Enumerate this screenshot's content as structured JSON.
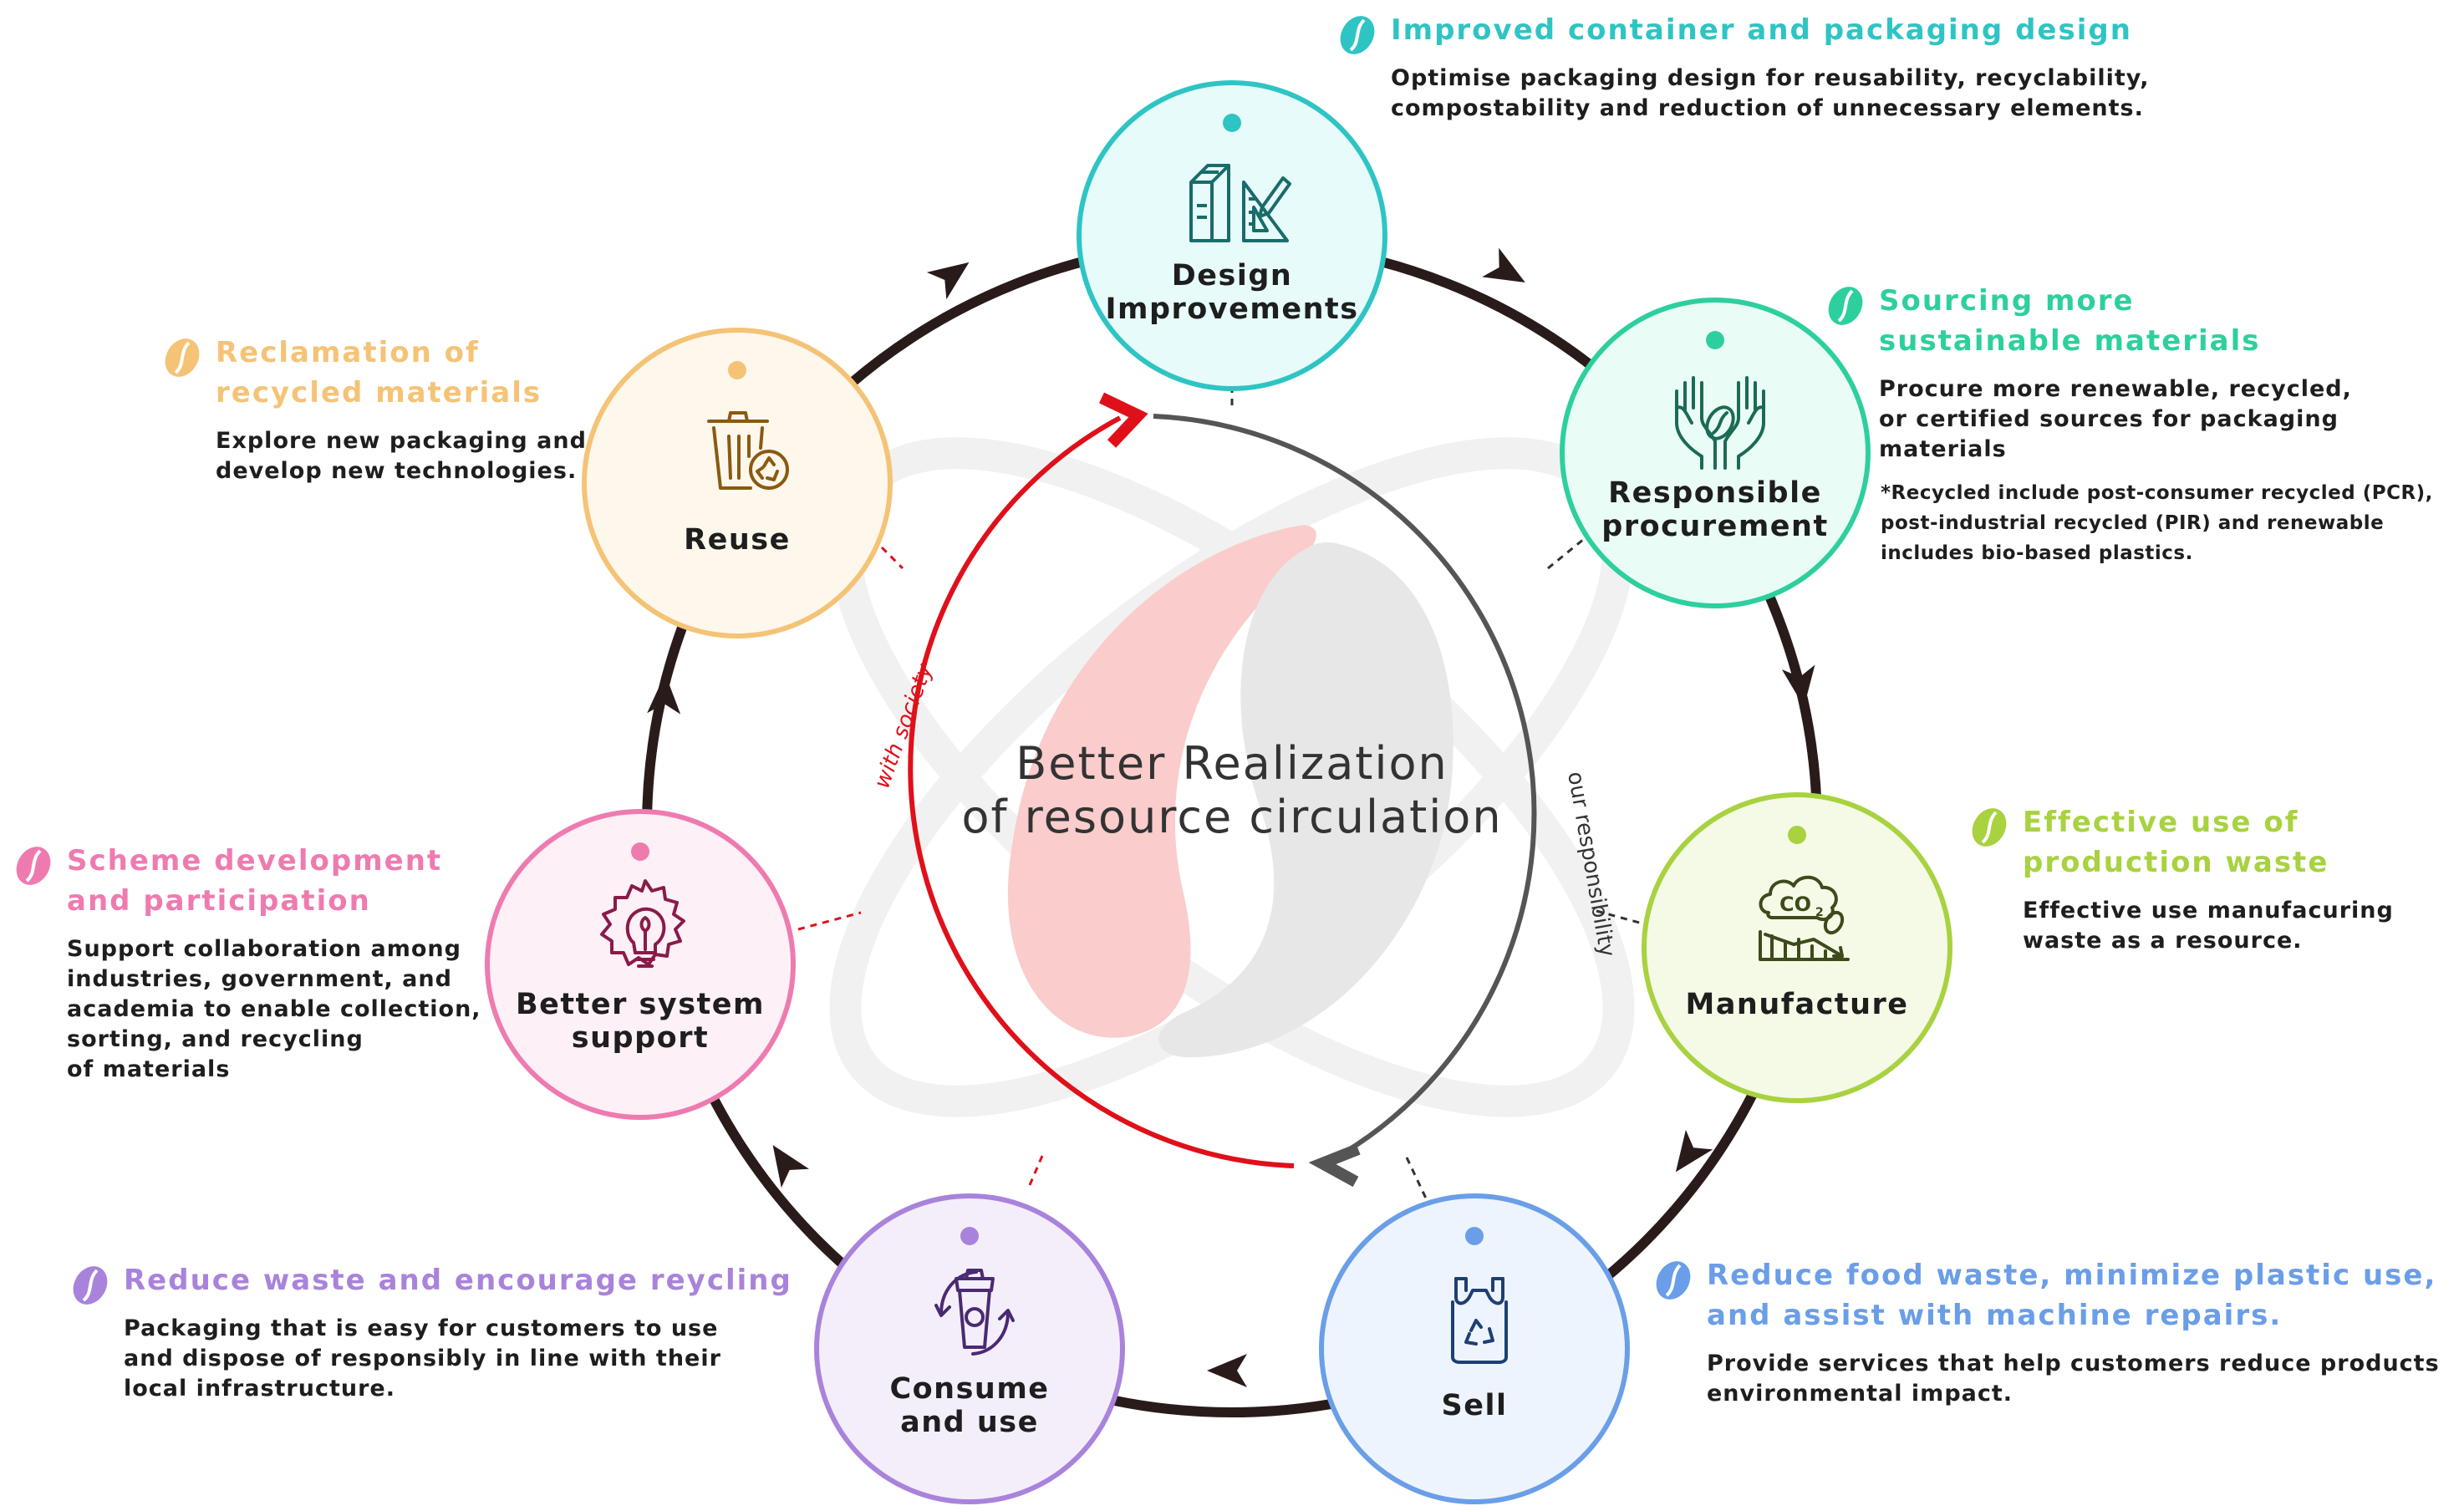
{
  "center": {
    "line1": "Better Realization",
    "line2": "of resource circulation",
    "inner_left": "with society",
    "inner_right": "our responsibility"
  },
  "nodes": [
    {
      "key": "design",
      "label1": "Design",
      "label2": "Improvements",
      "color": "#2fc4c4",
      "fill": "#e6fbfa",
      "icon": "packaging-design-icon"
    },
    {
      "key": "procurement",
      "label1": "Responsible",
      "label2": "procurement",
      "color": "#2ecf9e",
      "fill": "#eafcf6",
      "icon": "hands-bean-icon"
    },
    {
      "key": "manufacture",
      "label1": "Manufacture",
      "label2": "",
      "color": "#a8d240",
      "fill": "#f4fae6",
      "icon": "co2-factory-icon"
    },
    {
      "key": "sell",
      "label1": "Sell",
      "label2": "",
      "color": "#6a9ee8",
      "fill": "#eef4fd",
      "icon": "recycle-bag-icon"
    },
    {
      "key": "consume",
      "label1": "Consume",
      "label2": "and use",
      "color": "#a983db",
      "fill": "#f4eefb",
      "icon": "cup-recycle-icon"
    },
    {
      "key": "system",
      "label1": "Better system",
      "label2": "support",
      "color": "#ee7bb0",
      "fill": "#fdf0f6",
      "icon": "gear-bulb-icon"
    },
    {
      "key": "reuse",
      "label1": "Reuse",
      "label2": "",
      "color": "#f5c376",
      "fill": "#fef7ec",
      "icon": "trash-recycle-icon"
    }
  ],
  "info": {
    "design": {
      "title": "Improved container and packaging design",
      "body": [
        "Optimise packaging design for reusability, recyclability,",
        "compostability and reduction of unnecessary elements."
      ],
      "color": "#2fc4c4"
    },
    "procurement": {
      "title": [
        "Sourcing more",
        "sustainable materials"
      ],
      "body": [
        "Procure more renewable, recycled,",
        "or certified sources for packaging materials"
      ],
      "note": [
        "*Recycled include post-consumer recycled (PCR),",
        "post-industrial recycled (PIR) and renewable",
        "includes bio-based plastics."
      ],
      "color": "#2ecf9e"
    },
    "manufacture": {
      "title": [
        "Effective use of",
        "production waste"
      ],
      "body": [
        "Effective use manufacuring",
        "waste as a resource."
      ],
      "color": "#a8d240"
    },
    "sell": {
      "title": [
        "Reduce food waste, minimize plastic use,",
        "and assist with machine repairs."
      ],
      "body": [
        "Provide services that help customers reduce products",
        "environmental impact."
      ],
      "color": "#6a9ee8"
    },
    "consume": {
      "title": "Reduce waste and encourage reycling",
      "body": [
        "Packaging that is easy for customers to use",
        "and dispose of responsibly in line with their",
        "local infrastructure."
      ],
      "color": "#a983db"
    },
    "system": {
      "title": [
        "Scheme development",
        "and participation"
      ],
      "body": [
        "Support collaboration among",
        "industries, government, and",
        "academia to enable collection,",
        "sorting, and recycling",
        "of materials"
      ],
      "color": "#ee7bb0"
    },
    "reuse": {
      "title": [
        "Reclamation of",
        "recycled materials"
      ],
      "body": [
        "Explore new packaging and",
        "develop new technologies."
      ],
      "color": "#f5c376"
    }
  },
  "colors": {
    "cycle": "#2a1b1b",
    "society": "#e0101a",
    "responsibility": "#555555",
    "pink_bean": "#fbcccc",
    "grey_bean": "#e7e7e7"
  }
}
